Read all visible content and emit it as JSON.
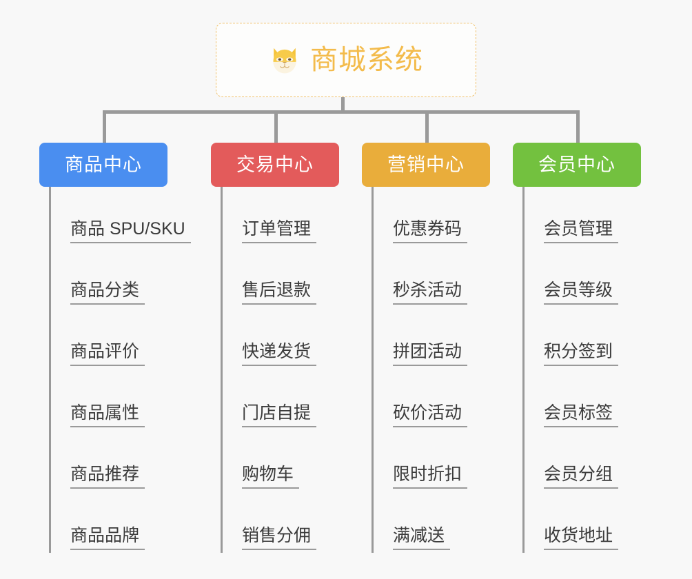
{
  "diagram": {
    "type": "organization-tree",
    "background_color": "#f8f8f8",
    "root": {
      "title": "商城系统",
      "icon": "shiba-inu-face-emoji",
      "border_color": "#f0c068",
      "text_color": "#f3bb4b"
    },
    "connector_color": "#9a9a9a",
    "columns": [
      {
        "id": "product-center",
        "label": "商品中心",
        "color": "#4a8ef0",
        "items": [
          "商品 SPU/SKU",
          "商品分类",
          "商品评价",
          "商品属性",
          "商品推荐",
          "商品品牌"
        ]
      },
      {
        "id": "trade-center",
        "label": "交易中心",
        "color": "#e35b5b",
        "items": [
          "订单管理",
          "售后退款",
          "快递发货",
          "门店自提",
          "购物车",
          "销售分佣"
        ]
      },
      {
        "id": "marketing-center",
        "label": "营销中心",
        "color": "#e9ad3b",
        "items": [
          "优惠券码",
          "秒杀活动",
          "拼团活动",
          "砍价活动",
          "限时折扣",
          "满减送"
        ]
      },
      {
        "id": "member-center",
        "label": "会员中心",
        "color": "#73c13f",
        "items": [
          "会员管理",
          "会员等级",
          "积分签到",
          "会员标签",
          "会员分组",
          "收货地址"
        ]
      }
    ]
  }
}
